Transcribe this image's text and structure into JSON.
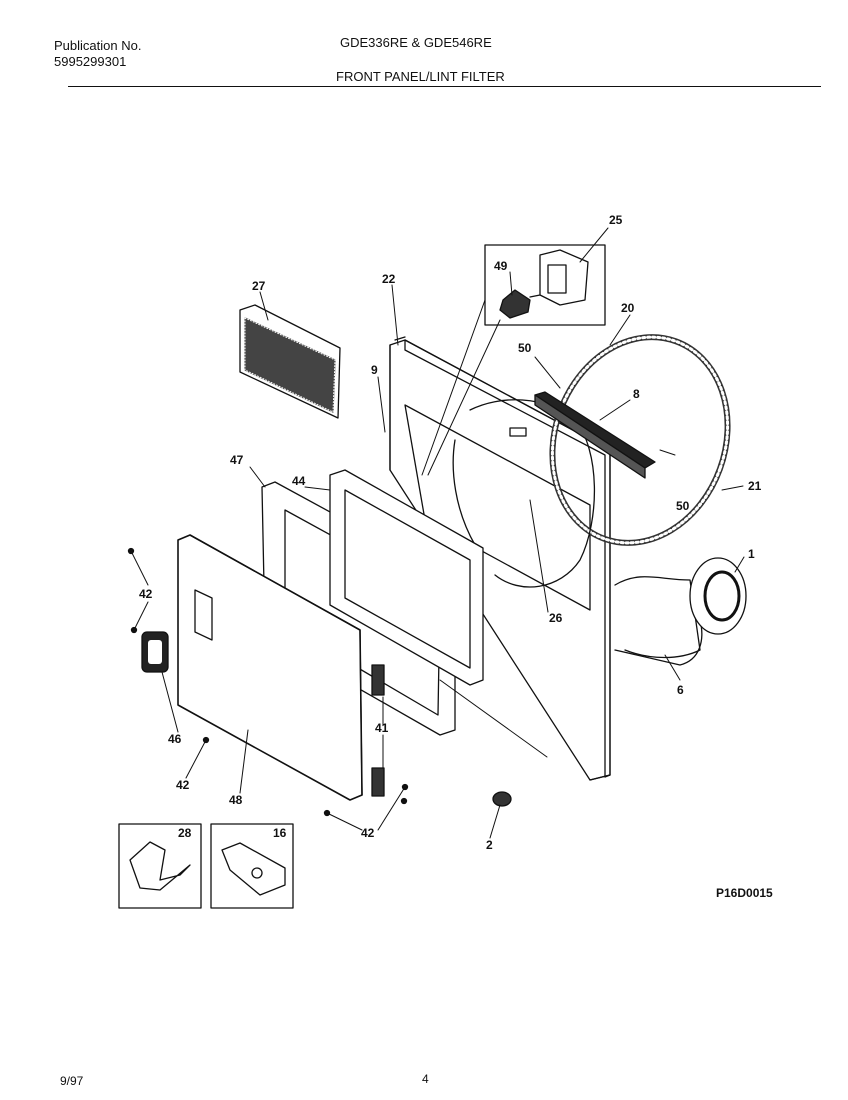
{
  "header": {
    "publication_label": "Publication No.",
    "publication_number": "5995299301",
    "models": "GDE336RE & GDE546RE",
    "section_title": "FRONT PANEL/LINT FILTER"
  },
  "figure": {
    "code": "P16D0015",
    "callouts": [
      "25",
      "49",
      "27",
      "22",
      "20",
      "50",
      "9",
      "8",
      "47",
      "44",
      "21",
      "50",
      "1",
      "42",
      "26",
      "6",
      "46",
      "41",
      "42",
      "48",
      "42",
      "2",
      "28",
      "16"
    ]
  },
  "footer": {
    "date": "9/97",
    "page": "4"
  }
}
